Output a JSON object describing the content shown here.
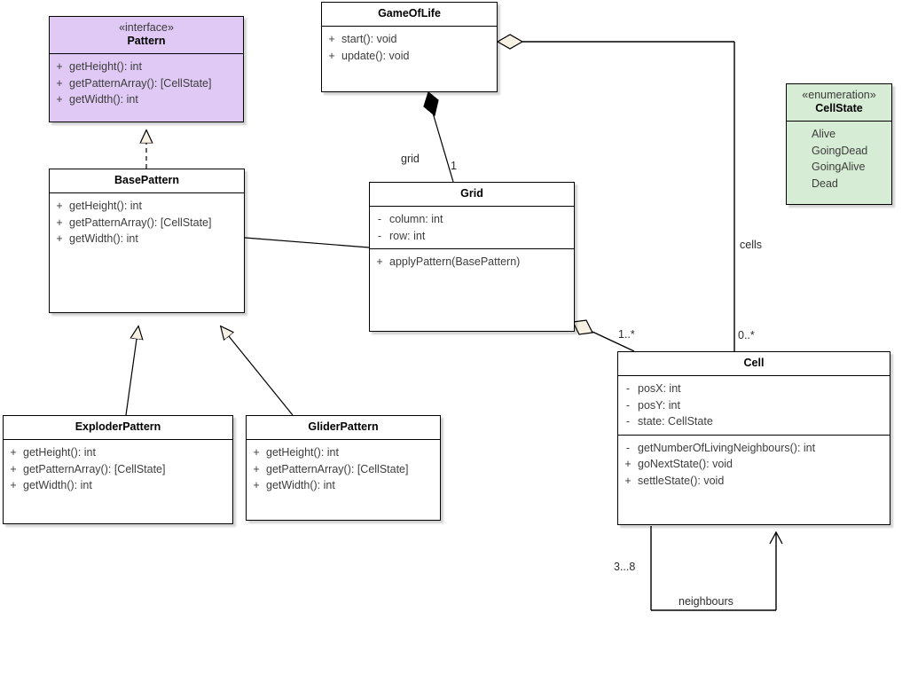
{
  "diagram": {
    "type": "uml-class-diagram",
    "title": "Game of Life UML class diagram",
    "background": "#ffffff",
    "colors": {
      "interface_fill": "#e0c9f5",
      "enumeration_fill": "#d6ecd4",
      "class_fill": "#ffffff",
      "line": "#000000",
      "arrow_fill": "#f5efe0",
      "text": "#3d3d3d"
    }
  },
  "classes": {
    "pattern": {
      "stereotype": "«interface»",
      "name": "Pattern",
      "members": [
        {
          "vis": "+",
          "sig": "getHeight(): int"
        },
        {
          "vis": "+",
          "sig": "getPatternArray(): [CellState]"
        },
        {
          "vis": "+",
          "sig": "getWidth(): int"
        }
      ]
    },
    "gameoflife": {
      "name": "GameOfLife",
      "members": [
        {
          "vis": "+",
          "sig": "start(): void"
        },
        {
          "vis": "+",
          "sig": "update(): void"
        }
      ]
    },
    "cellstate": {
      "stereotype": "«enumeration»",
      "name": "CellState",
      "literals": [
        "Alive",
        "GoingDead",
        "GoingAlive",
        "Dead"
      ]
    },
    "basepattern": {
      "name": "BasePattern",
      "members": [
        {
          "vis": "+",
          "sig": "getHeight(): int"
        },
        {
          "vis": "+",
          "sig": "getPatternArray(): [CellState]"
        },
        {
          "vis": "+",
          "sig": "getWidth(): int"
        }
      ]
    },
    "grid": {
      "name": "Grid",
      "attributes": [
        {
          "vis": "-",
          "sig": "column: int"
        },
        {
          "vis": "-",
          "sig": "row: int"
        }
      ],
      "operations": [
        {
          "vis": "+",
          "sig": "applyPattern(BasePattern)"
        }
      ]
    },
    "cell": {
      "name": "Cell",
      "attributes": [
        {
          "vis": "-",
          "sig": "posX: int"
        },
        {
          "vis": "-",
          "sig": "posY: int"
        },
        {
          "vis": "-",
          "sig": "state: CellState"
        }
      ],
      "operations": [
        {
          "vis": "-",
          "sig": "getNumberOfLivingNeighbours(): int"
        },
        {
          "vis": "+",
          "sig": "goNextState(): void"
        },
        {
          "vis": "+",
          "sig": "settleState(): void"
        }
      ]
    },
    "exploderpattern": {
      "name": "ExploderPattern",
      "members": [
        {
          "vis": "+",
          "sig": "getHeight(): int"
        },
        {
          "vis": "+",
          "sig": "getPatternArray(): [CellState]"
        },
        {
          "vis": "+",
          "sig": "getWidth(): int"
        }
      ]
    },
    "gliderpattern": {
      "name": "GliderPattern",
      "members": [
        {
          "vis": "+",
          "sig": "getHeight(): int"
        },
        {
          "vis": "+",
          "sig": "getPatternArray(): [CellState]"
        },
        {
          "vis": "+",
          "sig": "getWidth(): int"
        }
      ]
    }
  },
  "relationships": {
    "gameoflife_grid": {
      "kind": "composition",
      "from": "GameOfLife",
      "to": "Grid",
      "role_label": "grid",
      "multiplicity": "1"
    },
    "gameoflife_cell": {
      "kind": "aggregation",
      "from": "GameOfLife",
      "to": "Cell",
      "role_label": "cells",
      "multiplicity": "0..*"
    },
    "grid_cell": {
      "kind": "aggregation",
      "from": "Grid",
      "to": "Cell",
      "multiplicity": "1..*"
    },
    "cell_neighbours": {
      "kind": "association",
      "from": "Cell",
      "to": "Cell",
      "role_label": "neighbours",
      "multiplicity": "3...8"
    },
    "pattern_basepattern": {
      "kind": "realization",
      "from": "BasePattern",
      "to": "Pattern"
    },
    "basepattern_exploder": {
      "kind": "generalization",
      "from": "ExploderPattern",
      "to": "BasePattern"
    },
    "basepattern_glider": {
      "kind": "generalization",
      "from": "GliderPattern",
      "to": "BasePattern"
    },
    "basepattern_grid": {
      "kind": "association",
      "from": "BasePattern",
      "to": "Grid"
    }
  },
  "edge_labels": {
    "grid": "grid",
    "grid_mult": "1",
    "cells": "cells",
    "cells_mult": "0..*",
    "grid_cell_mult": "1..*",
    "neighbours": "neighbours",
    "neighbours_mult": "3...8"
  }
}
